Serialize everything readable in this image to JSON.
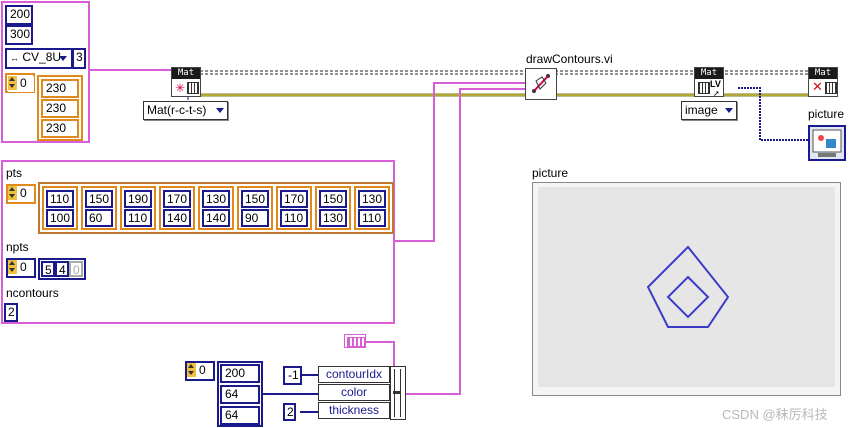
{
  "mat_create": {
    "rows": "200",
    "cols": "300",
    "type": "CV_8U",
    "channels": "3",
    "index": "0",
    "scalar": [
      "230",
      "230",
      "230"
    ],
    "vi_header": "Mat",
    "ring_label": "Mat(r-c-t-s)"
  },
  "points_cluster": {
    "pts_label": "pts",
    "pts_index": "0",
    "pts_x": [
      "110",
      "150",
      "190",
      "170",
      "130",
      "150",
      "170",
      "150",
      "130"
    ],
    "pts_y": [
      "100",
      "60",
      "110",
      "140",
      "140",
      "90",
      "110",
      "130",
      "110"
    ],
    "npts_label": "npts",
    "npts_index": "0",
    "npts_values": [
      "5",
      "4",
      "0"
    ],
    "ncontours_label": "ncontours",
    "ncontours_value": "2"
  },
  "draw_contours": {
    "title": "drawContours.vi",
    "bundle": [
      "contourIdx",
      "color",
      "thickness"
    ],
    "contour_idx": "-1",
    "thickness": "2",
    "color_index": "0",
    "color_values": [
      "200",
      "64",
      "64"
    ]
  },
  "convert": {
    "vi_header": "Mat",
    "vi_sub": "LV",
    "ring_label": "image"
  },
  "release": {
    "vi_header": "Mat"
  },
  "picture_indicator": {
    "terminal_label": "picture",
    "panel_label": "picture"
  },
  "watermark": "CSDN @秣厉科技",
  "colors": {
    "cluster_pink": "#d85ed8",
    "numeric_blue": "#1a1a8c",
    "array_orange": "#e08a1e",
    "picture_bg": "#e6e6e6",
    "drawing_blue": "#3c3cc8"
  }
}
